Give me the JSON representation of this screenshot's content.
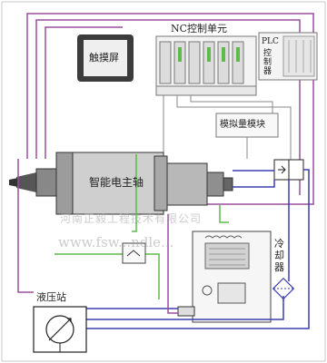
{
  "labels": {
    "nc_unit": "NC控制单元",
    "touch_screen": "触摸屏",
    "plc": "PLC",
    "plc_controller": "控制器",
    "analog_module": "模拟量模块",
    "spindle": "智能电主轴",
    "cooler": "冷却器",
    "hydraulic": "液压站"
  },
  "watermark": {
    "line1": "河南正毅工程技术有限公司",
    "line2": "www.fsw...ndle..."
  },
  "colors": {
    "purple": "#9b4f9e",
    "blue": "#3a3fb0",
    "green": "#5dbb4c",
    "pink": "#d684c4",
    "gray": "#777777",
    "black": "#222222"
  }
}
